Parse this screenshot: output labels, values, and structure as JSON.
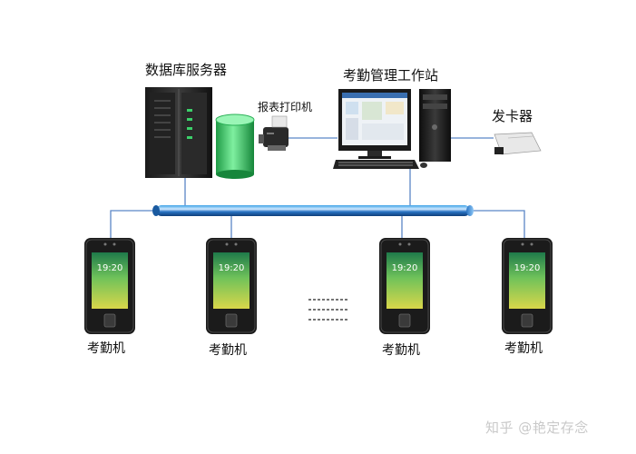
{
  "labels": {
    "db_server": "数据库服务器",
    "workstation": "考勤管理工作站",
    "printer": "报表打印机",
    "card_issuer": "发卡器",
    "device": "考勤机",
    "watermark": "知乎 @艳定存念"
  },
  "device_screen": {
    "time": "19:20"
  },
  "ellipsis": "……",
  "colors": {
    "network_line": "#5a86c6",
    "bus_tube": "#1f5fa6",
    "storage_green": "#3fc86a",
    "device_screen_green": "#3aa85a"
  },
  "devices": [
    {
      "label": "考勤机",
      "time": "19:20"
    },
    {
      "label": "考勤机",
      "time": "19:20"
    },
    {
      "label": "考勤机",
      "time": "19:20"
    },
    {
      "label": "考勤机",
      "time": "19:20"
    }
  ]
}
